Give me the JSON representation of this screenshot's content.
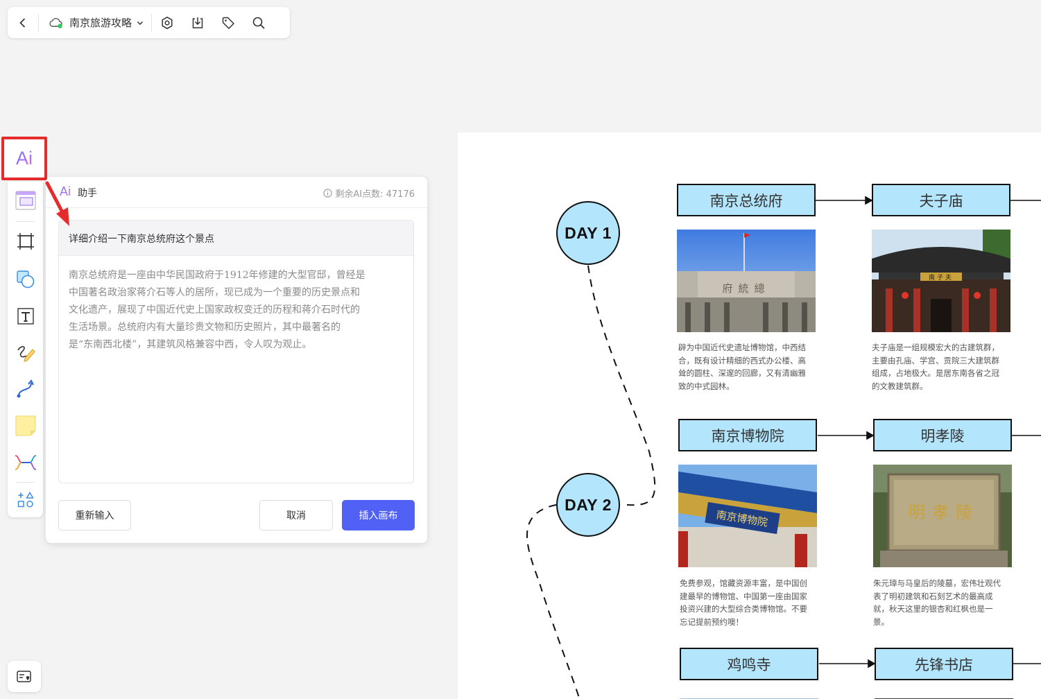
{
  "topbar": {
    "doc_title": "南京旅游攻略",
    "icons": [
      "back-icon",
      "cloud-sync-icon",
      "chevron-down-icon",
      "settings-icon",
      "download-icon",
      "tag-icon",
      "search-icon"
    ]
  },
  "left_toolbar": {
    "ai_label": "Ai",
    "tools": [
      "frame-icon",
      "crop-icon",
      "shape-icon",
      "text-icon",
      "pen-icon",
      "connector-icon",
      "sticky-note-icon",
      "mindmap-icon",
      "more-shapes-icon"
    ]
  },
  "assistant": {
    "ai_mark": "Ai",
    "title": "助手",
    "points": "剩余AI点数: 47176",
    "question": "详细介绍一下南京总统府这个景点",
    "answer_lines": [
      "南京总统府是一座由中华民国政府于1912年修建的大型官邸，曾经是",
      "中国著名政治家蒋介石等人的居所，现已成为一个重要的历史景点和",
      "文化遗产，展现了中国近代史上国家政权变迁的历程和蒋介石时代的",
      "生活场景。总统府内有大量珍贵文物和历史照片，其中最著名的",
      "是“东南西北楼”，其建筑风格兼容中西，令人叹为观止。"
    ],
    "btn_retry": "重新输入",
    "btn_cancel": "取消",
    "btn_insert": "插入画布",
    "accent_color": "#5160f5"
  },
  "canvas": {
    "days": [
      {
        "label": "DAY 1"
      },
      {
        "label": "DAY 2"
      }
    ],
    "spots": [
      {
        "name": "南京总统府",
        "desc_lines": [
          "辟为中国近代史遗址博物馆，中西结",
          "合，既有设计精细的西式办公楼、高",
          "耸的圆柱、深邃的回廊，又有清幽雅",
          "致的中式园林。"
        ]
      },
      {
        "name": "夫子庙",
        "desc_lines": [
          "夫子庙是一组规模宏大的古建筑群，",
          "主要由孔庙、学宫、贡院三大建筑群",
          "组成，占地极大。是居东南各省之冠",
          "的文教建筑群。"
        ]
      },
      {
        "name": "南京博物院",
        "desc_lines": [
          "免费参观，馆藏资源丰富，是中国创",
          "建最早的博物馆、中国第一座由国家",
          "投资兴建的大型综合类博物馆。不要",
          "忘记提前预约噢！"
        ]
      },
      {
        "name": "明孝陵",
        "desc_lines": [
          "朱元璋与马皇后的陵墓，宏伟壮观代",
          "表了明初建筑和石刻艺术的最高成",
          "就，秋天这里的银杏和红枫也是一",
          "景。"
        ]
      },
      {
        "name": "鸡鸣寺",
        "desc_lines": []
      },
      {
        "name": "先锋书店",
        "desc_lines": []
      }
    ],
    "photo_signs": {
      "museum_sign": "南京博物院",
      "tomb_sign": "明孝陵",
      "temple_sign": "南子夫",
      "presidential_sign": "府統總"
    },
    "box_color": "#b3e5fc"
  }
}
